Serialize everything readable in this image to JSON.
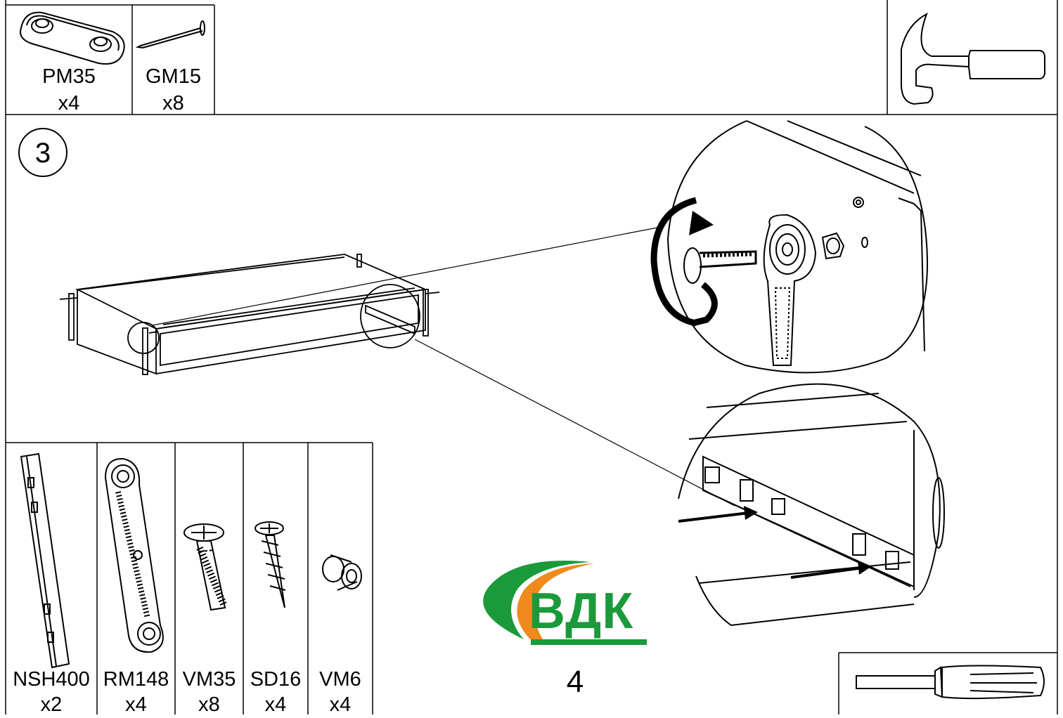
{
  "top_parts": [
    {
      "code": "PM35",
      "qty": "x4"
    },
    {
      "code": "GM15",
      "qty": "x8"
    }
  ],
  "step": {
    "number": "3"
  },
  "bottom_parts": [
    {
      "code": "NSH400",
      "qty": "x2"
    },
    {
      "code": "RM148",
      "qty": "x4"
    },
    {
      "code": "VM35",
      "qty": "x8"
    },
    {
      "code": "SD16",
      "qty": "x4"
    },
    {
      "code": "VM6",
      "qty": "x4"
    }
  ],
  "tools": {
    "top_right": "hammer-icon",
    "bottom_right": "screwdriver-icon"
  },
  "logo": {
    "text": "ВДК",
    "colors": {
      "arc_green": "#1a9a3a",
      "arc_orange": "#f08a1c"
    }
  },
  "page_number": "4"
}
